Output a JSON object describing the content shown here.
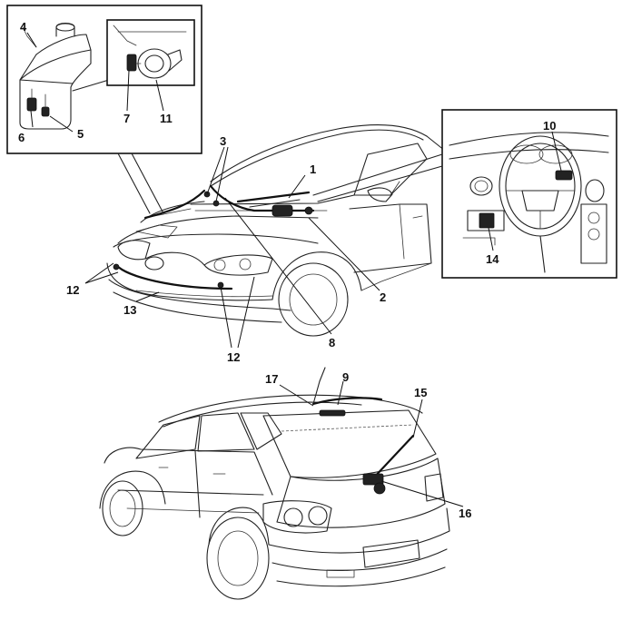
{
  "diagram": {
    "callouts": [
      {
        "id": "c1",
        "text": "1"
      },
      {
        "id": "c2",
        "text": "2"
      },
      {
        "id": "c3",
        "text": "3"
      },
      {
        "id": "c4",
        "text": "4"
      },
      {
        "id": "c5",
        "text": "5"
      },
      {
        "id": "c6",
        "text": "6"
      },
      {
        "id": "c7",
        "text": "7"
      },
      {
        "id": "c8",
        "text": "8"
      },
      {
        "id": "c9",
        "text": "9"
      },
      {
        "id": "c10",
        "text": "10"
      },
      {
        "id": "c11",
        "text": "11"
      },
      {
        "id": "c12a",
        "text": "12"
      },
      {
        "id": "c12b",
        "text": "12"
      },
      {
        "id": "c13",
        "text": "13"
      },
      {
        "id": "c14",
        "text": "14"
      },
      {
        "id": "c15",
        "text": "15"
      },
      {
        "id": "c16",
        "text": "16"
      },
      {
        "id": "c17",
        "text": "17"
      }
    ]
  }
}
